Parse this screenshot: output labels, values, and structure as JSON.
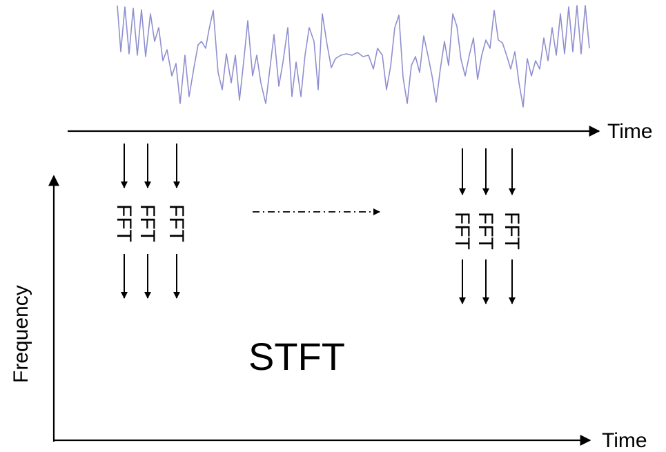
{
  "labels": {
    "time_top": "Time",
    "time_bottom": "Time",
    "frequency": "Frequency",
    "stft": "STFT",
    "fft": "FFT"
  },
  "colors": {
    "signal": "#8f8fd0",
    "ink": "#000000"
  }
}
